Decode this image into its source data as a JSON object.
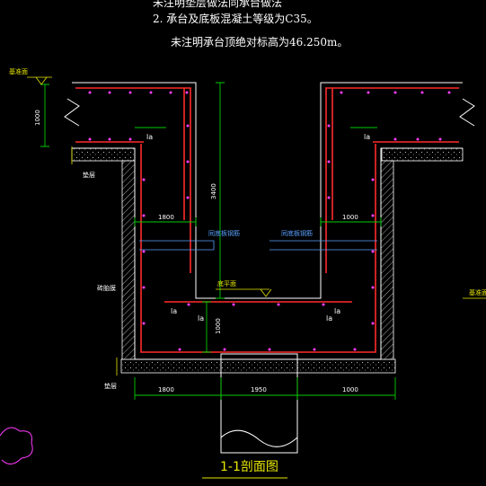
{
  "notes": {
    "line1": "未注明垫层做法同承台做法",
    "line2": "2. 承台及底板混凝土等级为C35。",
    "line3": "未注明承台顶绝对标高为46.250m。"
  },
  "title": "1-1剖面图",
  "labels": {
    "ground_level_left": "基准面",
    "ground_level_right": "基准面",
    "cushion_left": "垫层",
    "cushion_bottom": "垫层",
    "side_wall": "砖胎膜",
    "bottom_mark": "底平面",
    "rebar_left": "同底板钢筋",
    "rebar_right": "同底板钢筋",
    "la_top_left": "la",
    "la_top_right": "la",
    "la_mid_left": "la",
    "la_mid_left2": "la",
    "la_mid_right": "la",
    "la_mid_right2": "la"
  },
  "dimensions": {
    "left_top_height": "1000",
    "center_depth": "3400",
    "left_inner_width": "1800",
    "right_inner_width": "1000",
    "pit_bottom_thickness": "1000",
    "bottom_left": "1800",
    "bottom_center": "1950",
    "bottom_right": "1000"
  },
  "colors": {
    "background": "#000000",
    "concrete_outline": "#ffffff",
    "rebar": "#ff2a2a",
    "dimension": "#00cc00",
    "annotation": "#5aa0ff",
    "title": "#e6e600",
    "hatch": "#bbbbbb"
  }
}
